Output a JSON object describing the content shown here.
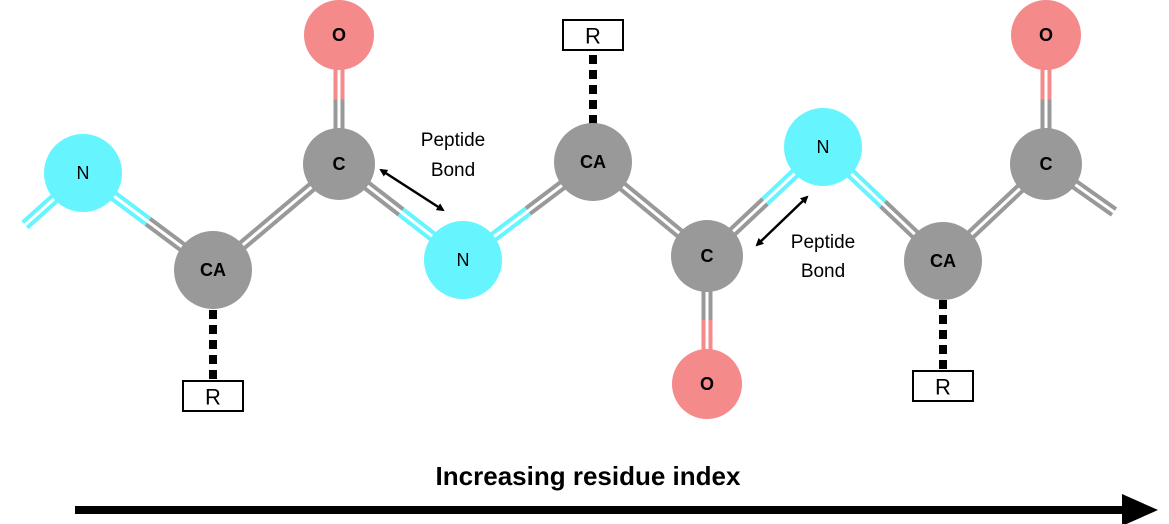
{
  "colors": {
    "nitrogen": "#66f5ff",
    "carbon": "#999999",
    "oxygen": "#f58a8a",
    "bond_gray": "#999999",
    "bond_cyan": "#66f5ff",
    "arrow": "#000000"
  },
  "atoms": {
    "n1": "N",
    "ca1": "CA",
    "c1": "C",
    "o1": "O",
    "n2": "N",
    "ca2": "CA",
    "c2": "C",
    "o2": "O",
    "n3": "N",
    "ca3": "CA",
    "c3": "C",
    "o3": "O"
  },
  "side_chains": {
    "r1": "R",
    "r2": "R",
    "r3": "R"
  },
  "peptide_bond_labels": {
    "first_line1": "Peptide",
    "first_line2": "Bond",
    "second_line1": "Peptide",
    "second_line2": "Bond"
  },
  "caption": "Increasing residue index"
}
